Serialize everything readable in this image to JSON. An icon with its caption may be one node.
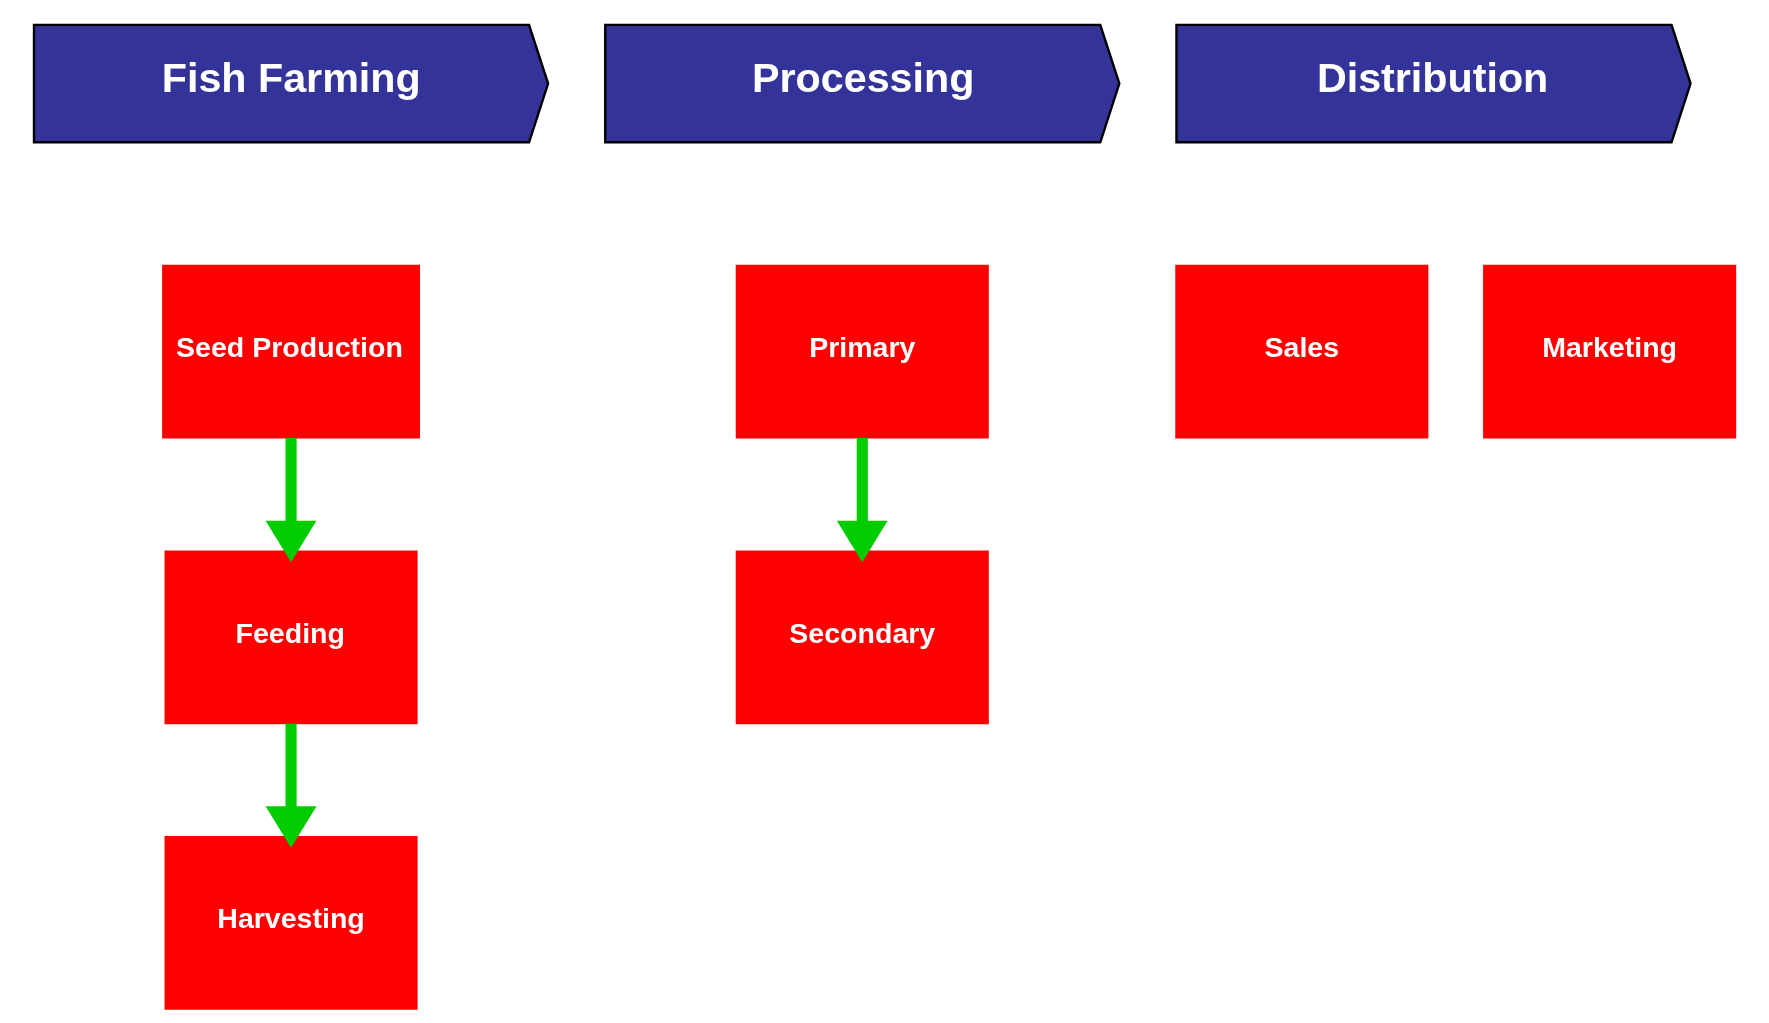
{
  "diagram": {
    "nodes": [
      {
        "text": [
          "Fish Farming"
        ]
      },
      {
        "text": [
          "Processing"
        ]
      },
      {
        "text": [
          "Distribution"
        ]
      },
      {
        "text": [
          "Seed Production"
        ]
      },
      {
        "text": [
          "Feeding"
        ]
      },
      {
        "text": [
          "Harvesting"
        ]
      },
      {
        "text": [
          "Primary"
        ]
      },
      {
        "text": [
          "Secondary"
        ]
      },
      {
        "text": [
          "Sales"
        ]
      },
      {
        "text": [
          "Marketing"
        ]
      }
    ],
    "edges": [
      {
        "from": 3,
        "to": 4,
        "arrow": "to"
      },
      {
        "from": 4,
        "to": 5,
        "arrow": "to"
      },
      {
        "from": 6,
        "to": 7,
        "arrow": "to"
      }
    ]
  }
}
